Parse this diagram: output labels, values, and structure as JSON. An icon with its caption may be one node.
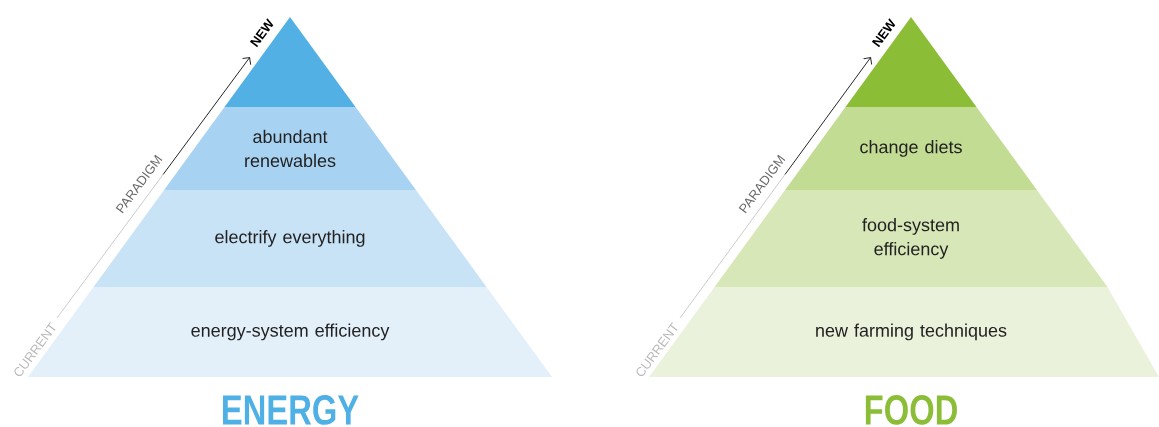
{
  "diagram": {
    "nodes": [
      {
        "text": [],
        "shape": "triangle"
      },
      {
        "text": [
          "abundant renewables"
        ]
      },
      {
        "text": [
          "electrify everything"
        ]
      },
      {
        "text": [
          "energy-system efficiency"
        ]
      },
      {
        "text": [],
        "shape": "triangle"
      },
      {
        "text": [
          "change diets"
        ]
      },
      {
        "text": [
          "food-system efficiency"
        ]
      },
      {
        "text": [
          "new farming techniques"
        ]
      }
    ],
    "labels": [
      "NEW",
      "PARADIGM",
      "CURRENT",
      "ENERGY",
      "NEW",
      "PARADIGM",
      "CURRENT",
      "FOOD"
    ]
  }
}
